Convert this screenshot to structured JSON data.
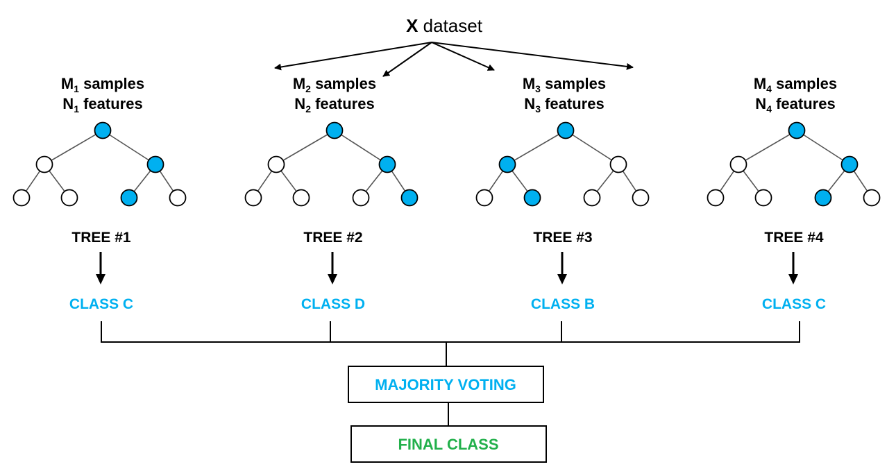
{
  "colors": {
    "node_fill": "#00B0F0",
    "class_text": "#00B0F0",
    "final_text": "#22B04B",
    "line": "#000000",
    "edge": "#555555"
  },
  "dataset": {
    "bold": "X",
    "rest": " dataset"
  },
  "trees": [
    {
      "samples_prefix": "M",
      "samples_sub": "1",
      "samples_suffix": " samples",
      "features_prefix": "N",
      "features_sub": "1",
      "features_suffix": " features",
      "label": "TREE #1",
      "class_label": "CLASS C",
      "highlight": [
        0,
        2,
        5
      ]
    },
    {
      "samples_prefix": "M",
      "samples_sub": "2",
      "samples_suffix": " samples",
      "features_prefix": "N",
      "features_sub": "2",
      "features_suffix": " features",
      "label": "TREE #2",
      "class_label": "CLASS D",
      "highlight": [
        0,
        2,
        6
      ]
    },
    {
      "samples_prefix": "M",
      "samples_sub": "3",
      "samples_suffix": " samples",
      "features_prefix": "N",
      "features_sub": "3",
      "features_suffix": " features",
      "label": "TREE #3",
      "class_label": "CLASS B",
      "highlight": [
        0,
        1,
        4
      ]
    },
    {
      "samples_prefix": "M",
      "samples_sub": "4",
      "samples_suffix": " samples",
      "features_prefix": "N",
      "features_sub": "4",
      "features_suffix": " features",
      "label": "TREE #4",
      "class_label": "CLASS C",
      "highlight": [
        0,
        2,
        5
      ]
    }
  ],
  "majority_voting": "MAJORITY VOTING",
  "final_class": "FINAL CLASS"
}
